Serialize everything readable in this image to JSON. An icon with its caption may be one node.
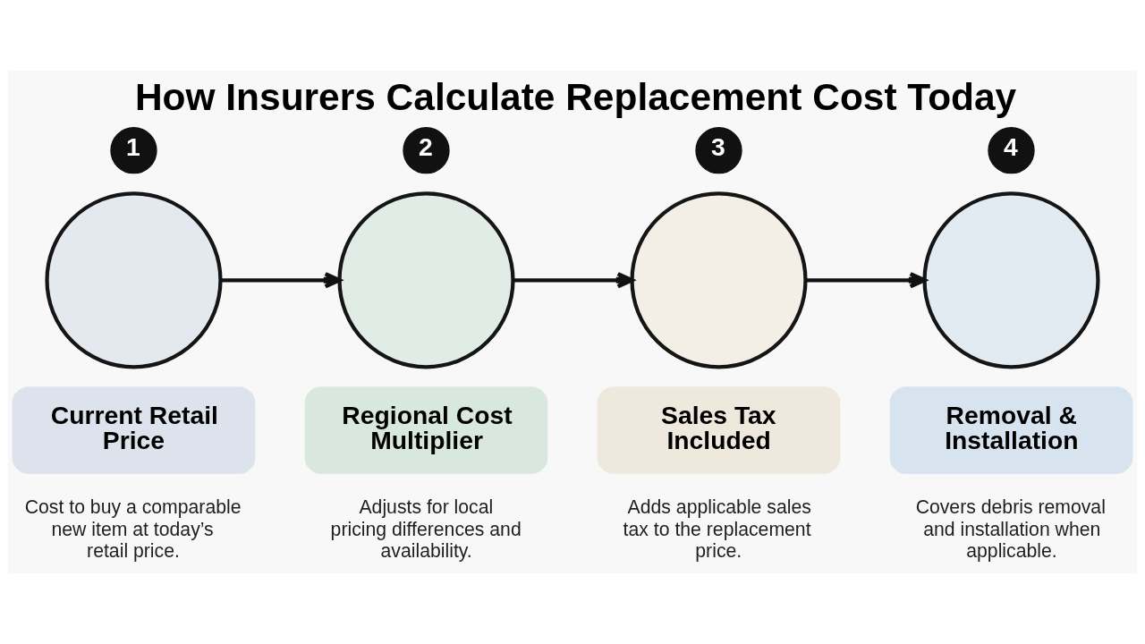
{
  "diagram": {
    "title": "How Insurers Calculate Replacement Cost Today",
    "nodes": [
      {
        "text": [
          "1"
        ]
      },
      {
        "text": [],
        "shape": "circle"
      },
      {
        "text": [
          "Current Retail Price"
        ],
        "beside": [
          "Cost to buy a comparable new item at today’s retail price."
        ]
      },
      {
        "text": [
          "2"
        ]
      },
      {
        "text": [],
        "shape": "circle"
      },
      {
        "text": [
          "Regional Cost Multiplier"
        ],
        "beside": [
          "Adjusts for local pricing differences and availability."
        ]
      },
      {
        "text": [
          "3"
        ]
      },
      {
        "text": [],
        "shape": "circle"
      },
      {
        "text": [
          "Sales Tax Included"
        ],
        "beside": [
          "Adds applicable sales tax to the replacement price."
        ]
      },
      {
        "text": [
          "4"
        ]
      },
      {
        "text": [],
        "shape": "circle"
      },
      {
        "text": [
          "Removal & Installation"
        ],
        "beside": [
          "Covers debris removal and installation when applicable."
        ]
      }
    ],
    "edges": [
      {
        "from": 1,
        "to": 4,
        "arrow": "to"
      },
      {
        "from": 4,
        "to": 7,
        "arrow": "to"
      },
      {
        "from": 7,
        "to": 10,
        "arrow": "to"
      }
    ]
  }
}
